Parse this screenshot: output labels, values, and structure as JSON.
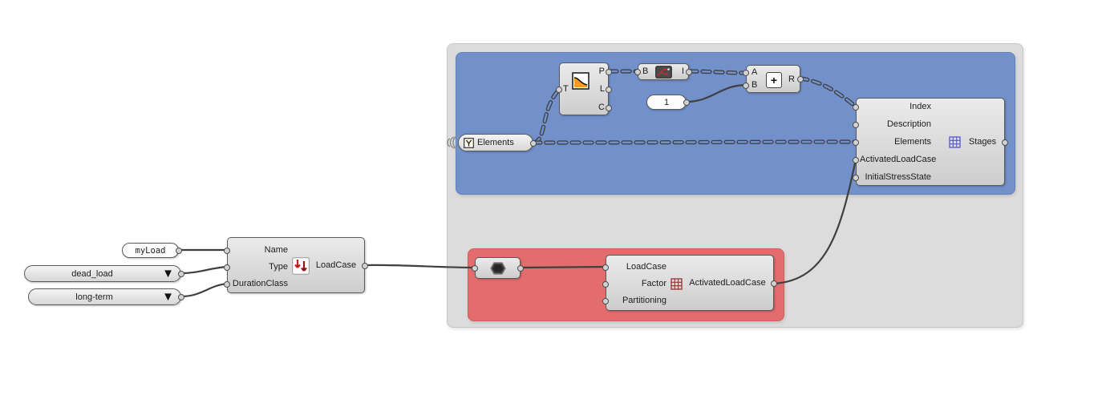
{
  "colors": {
    "canvas_background": "#ffffff",
    "outer_group": "#dcdcdc",
    "stages_group": "#7291cb",
    "loadcase_group": "#e36d6d",
    "wire": "#3f3f3f",
    "component_border": "#5a5a5a"
  },
  "icons": {
    "dropdown": "▼",
    "plus": "+"
  },
  "nodes": {
    "elements": {
      "label": "Elements"
    },
    "treeStats": {
      "input": "T",
      "outputs": [
        "P",
        "L",
        "C"
      ]
    },
    "pathFilter": {
      "input": "B",
      "output": "I"
    },
    "numberPanel": {
      "value": "1"
    },
    "addition": {
      "inputs": [
        "A",
        "B"
      ],
      "output": "R"
    },
    "stages": {
      "label": "Stages",
      "inputs": [
        "Index",
        "Description",
        "Elements",
        "ActivatedLoadCase",
        "InitialStressState"
      ]
    },
    "myLoadPanel": {
      "value": "myLoad"
    },
    "typeValueList": {
      "value": "dead_load"
    },
    "durationValueList": {
      "value": "long-term"
    },
    "loadCase": {
      "label": "LoadCase",
      "inputs": [
        "Name",
        "Type",
        "DurationClass"
      ]
    },
    "activatedLoadCase": {
      "label": "ActivatedLoadCase",
      "inputs": [
        "LoadCase",
        "Factor",
        "Partitioning"
      ]
    }
  }
}
